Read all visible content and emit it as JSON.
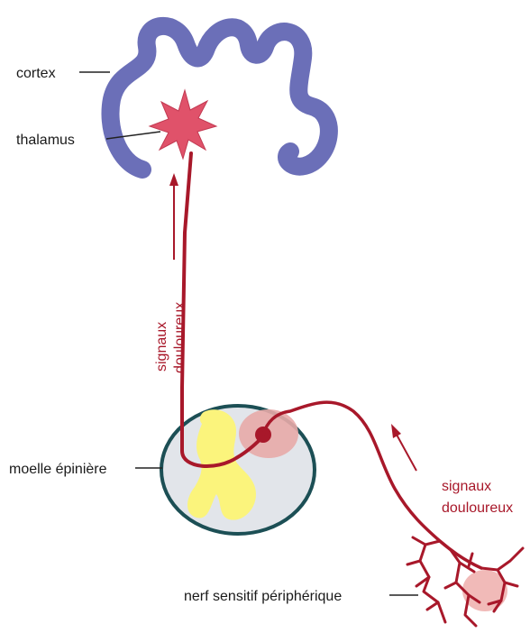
{
  "labels": {
    "cortex": "cortex",
    "thalamus": "thalamus",
    "signals_vertical_1": "signaux",
    "signals_vertical_2": "douloureux",
    "spinal_cord": "moelle épinière",
    "signals_right_1": "signaux",
    "signals_right_2": "douloureux",
    "peripheral_nerve": "nerf sensitif périphérique"
  },
  "colors": {
    "cortex": "#6b6fb8",
    "nerve": "#a8182a",
    "thalamus": "#e0526a",
    "spinal_cord_fill": "#e2e5ea",
    "spinal_cord_outline": "#1c4f55",
    "grey_matter": "#fbf47c",
    "pain_zone": "#e8aaa8",
    "text": "#1a1a1a"
  }
}
